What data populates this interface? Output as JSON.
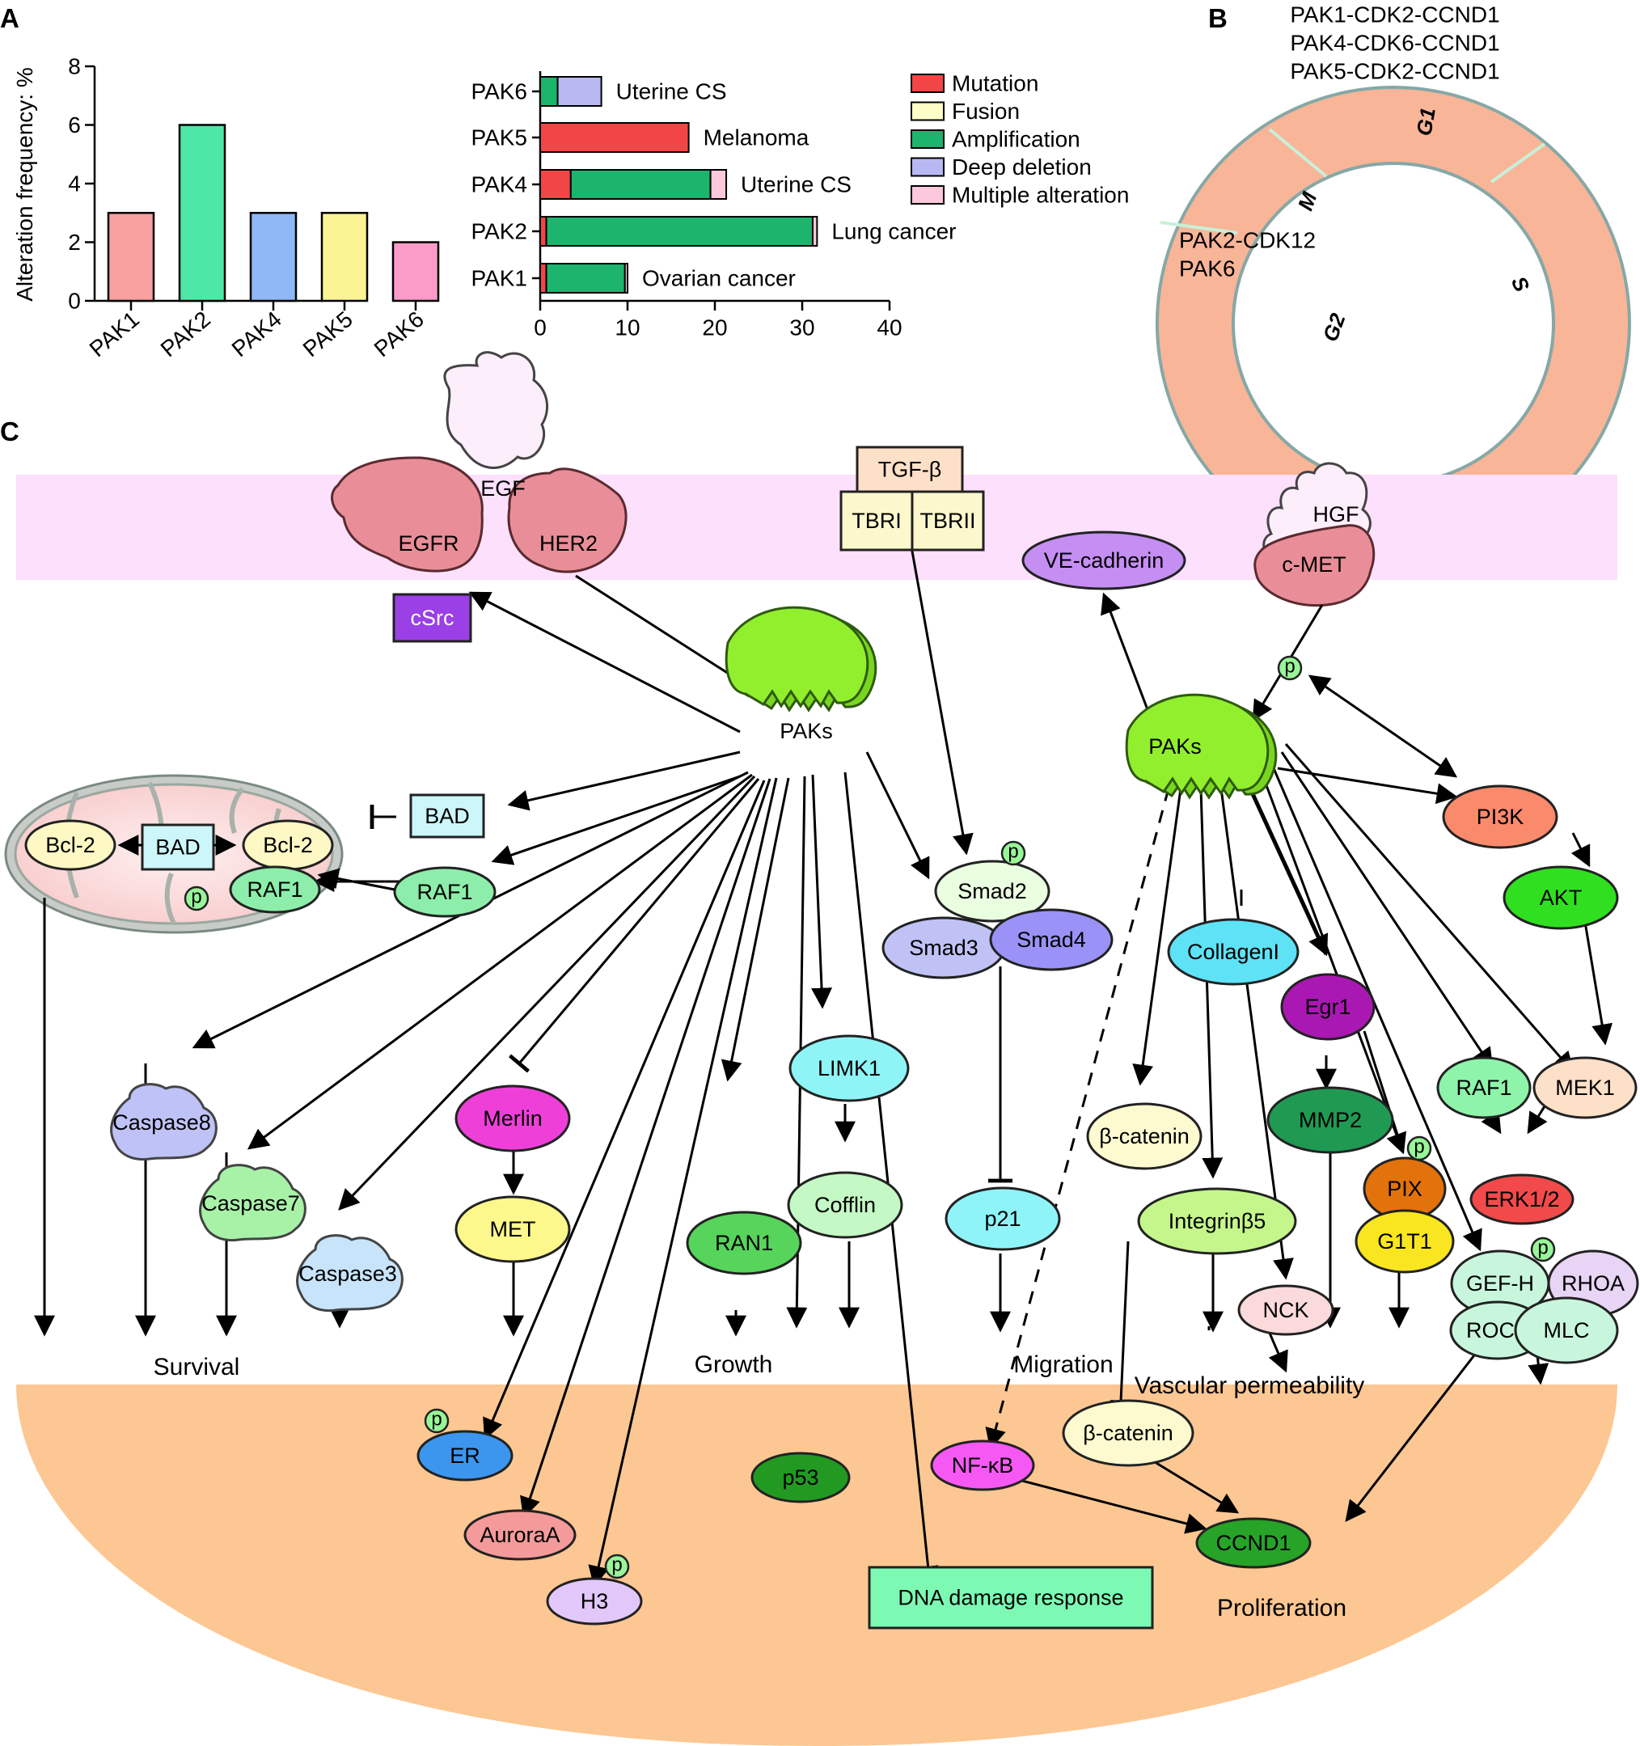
{
  "panel_labels": {
    "a": "A",
    "b": "B",
    "c": "C"
  },
  "chart_data": [
    {
      "type": "bar",
      "ylabel": "Alteration frequency: %",
      "xlabel": "",
      "categories": [
        "PAK1",
        "PAK2",
        "PAK4",
        "PAK5",
        "PAK6"
      ],
      "values": [
        3,
        6,
        3,
        3,
        2
      ],
      "colors": [
        "#f9a0a0",
        "#4de8a8",
        "#8eb8f6",
        "#fbf495",
        "#f99cc8"
      ],
      "yticks": [
        "0",
        "2",
        "4",
        "6",
        "8"
      ],
      "ylim": [
        0,
        8
      ]
    },
    {
      "type": "bar",
      "orientation": "horizontal",
      "stacked": true,
      "categories": [
        "PAK6",
        "PAK5",
        "PAK4",
        "PAK2",
        "PAK1"
      ],
      "cancer_types": [
        "Uterine CS",
        "Melanoma",
        "Uterine CS",
        "Lung cancer",
        "Ovarian cancer"
      ],
      "xticks": [
        "0",
        "10",
        "20",
        "30",
        "40"
      ],
      "xlim": [
        0,
        40
      ],
      "legend_position": "right",
      "series": [
        {
          "name": "Mutation",
          "color": "#f24646",
          "values": [
            0,
            17,
            3.5,
            0.7,
            0.7
          ]
        },
        {
          "name": "Fusion",
          "color": "#fdfdc8",
          "values": [
            0,
            0,
            0,
            0,
            0
          ]
        },
        {
          "name": "Amplification",
          "color": "#1db46e",
          "values": [
            2,
            0,
            16,
            30.5,
            9
          ]
        },
        {
          "name": "Deep deletion",
          "color": "#b8b8f2",
          "values": [
            5,
            0,
            0,
            0,
            0
          ]
        },
        {
          "name": "Multiple alteration",
          "color": "#fbc8dc",
          "values": [
            0,
            0,
            1.8,
            0.5,
            0.3
          ]
        }
      ]
    }
  ],
  "cell_cycle": {
    "phases": {
      "g1": "G1",
      "s": "S",
      "g2": "G2",
      "m": "M"
    },
    "g1_complexes": [
      "PAK1-CDK2-CCND1",
      "PAK4-CDK6-CCND1",
      "PAK5-CDK2-CCND1"
    ],
    "g2m_complexes": [
      "PAK2-CDK12",
      "PAK6"
    ]
  },
  "pathway": {
    "ligands": {
      "egf": "EGF",
      "hgf": "HGF",
      "tgfb": "TGF-β"
    },
    "receptors": {
      "egfr": "EGFR",
      "her2": "HER2",
      "csrc": "cSrc",
      "tbri": "TBRI",
      "tbrii": "TBRII",
      "cmet": "c-MET",
      "vecadherin": "VE-cadherin"
    },
    "paks": "PAKs",
    "phospho": "p",
    "nodes": {
      "bad": "BAD",
      "bad_in": "BAD",
      "bcl2_left": "Bcl-2",
      "bcl2_right": "Bcl-2",
      "raf1_in": "RAF1",
      "raf1": "RAF1",
      "caspase8": "Caspase8",
      "caspase7": "Caspase7",
      "caspase3": "Caspase3",
      "merlin": "Merlin",
      "met": "MET",
      "er": "ER",
      "aurora": "AuroraA",
      "h3": "H3",
      "ran1": "RAN1",
      "limk1": "LIMK1",
      "cofflin": "Cofflin",
      "p53": "p53",
      "smad2": "Smad2",
      "smad3": "Smad3",
      "smad4": "Smad4",
      "p21": "p21",
      "dna": "DNA damage response",
      "collagen": "CollagenI",
      "bcat1": "β-catenin",
      "integrin": "Integrinβ5",
      "nck": "NCK",
      "egr1": "Egr1",
      "mmp2": "MMP2",
      "pix": "PIX",
      "g1t1": "G1T1",
      "pi3k": "PI3K",
      "akt": "AKT",
      "raf1b": "RAF1",
      "mek1": "MEK1",
      "erk": "ERK1/2",
      "gefh": "GEF-H",
      "rhoa": "RHOA",
      "rock": "ROCK",
      "mlc": "MLC",
      "nfkb": "NF-κB",
      "bcat2": "β-catenin",
      "ccnd1": "CCND1"
    },
    "outcomes": {
      "survival": "Survival",
      "growth": "Growth",
      "migration": "Migration",
      "vascular": "Vascular permeability",
      "proliferation": "Proliferation"
    }
  },
  "colors": {
    "membrane": "#fce0fc",
    "nucleus": "#fcc792",
    "paks": "#90ee2c",
    "receptor": "#e8909c",
    "mito_fill": "#fad8d8"
  }
}
